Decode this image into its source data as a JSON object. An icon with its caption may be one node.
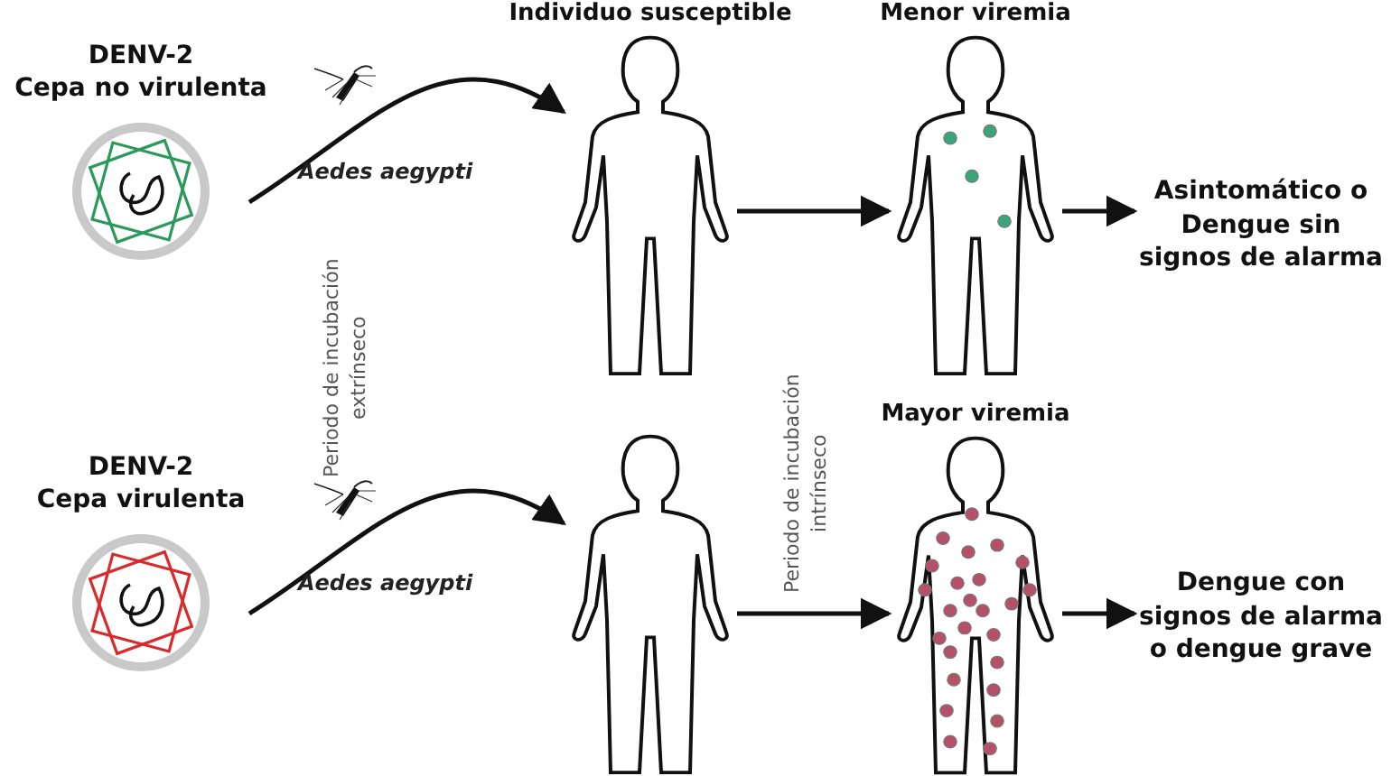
{
  "diagram": {
    "nodes": [
      {
        "text": [
          "DENV-2",
          "Cepa no virulenta"
        ]
      },
      {
        "text": [
          "Individuo susceptible"
        ]
      },
      {
        "text": [
          "Menor viremia"
        ]
      },
      {
        "text": [
          "Asintomático o Dengue sin signos de alarma"
        ]
      },
      {
        "text": [
          "DENV-2",
          "Cepa virulenta"
        ]
      },
      {
        "text": [],
        "shape": "person"
      },
      {
        "text": [
          "Mayor viremia"
        ]
      },
      {
        "text": [
          "Dengue con signos de alarma o dengue grave"
        ]
      }
    ],
    "edges": [
      {
        "from": 0,
        "to": 1,
        "arrow": "to",
        "label": "Aedes aegypti"
      },
      {
        "from": 1,
        "to": 2,
        "arrow": "to"
      },
      {
        "from": 2,
        "to": 3,
        "arrow": "to"
      },
      {
        "from": 4,
        "to": 5,
        "arrow": "to",
        "label": "Aedes aegypti"
      },
      {
        "from": 5,
        "to": 6,
        "arrow": "to"
      },
      {
        "from": 6,
        "to": 7,
        "arrow": "to"
      }
    ],
    "labels": [
      "Periodo de incubación extrínseco",
      "Periodo de incubación intrínseco"
    ]
  }
}
